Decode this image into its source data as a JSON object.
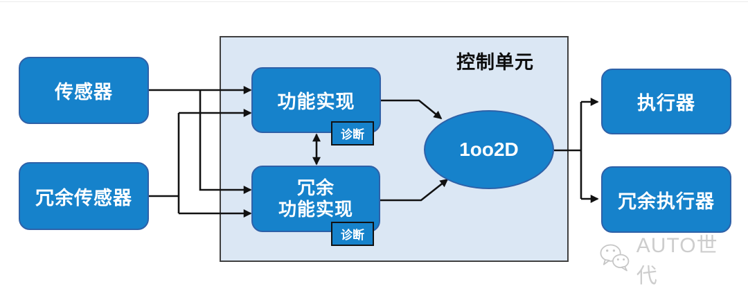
{
  "diagram": {
    "control_unit": {
      "label": "控制单元"
    },
    "nodes": {
      "sensor": {
        "label": "传感器"
      },
      "redundant_sensor": {
        "label": "冗余传感器"
      },
      "function": {
        "label": "功能实现"
      },
      "redundant_function": {
        "label_line1": "冗余",
        "label_line2": "功能实现"
      },
      "diagnosis_top": {
        "label": "诊断"
      },
      "diagnosis_bottom": {
        "label": "诊断"
      },
      "voter": {
        "label": "1oo2D"
      },
      "actuator": {
        "label": "执行器"
      },
      "redundant_actuator": {
        "label": "冗余执行器"
      }
    },
    "colors": {
      "node_fill": "#1682CB",
      "node_border": "#2E61A8",
      "container_fill": "#DBE7F4",
      "container_border": "#3F3F3F",
      "connector": "#111111",
      "text_on_node": "#FFFFFF",
      "container_label_text": "#0D0D0D"
    }
  },
  "watermark": {
    "icon": "wechat-icon",
    "text": "AUTO世代",
    "color": "#CDCDCD"
  }
}
